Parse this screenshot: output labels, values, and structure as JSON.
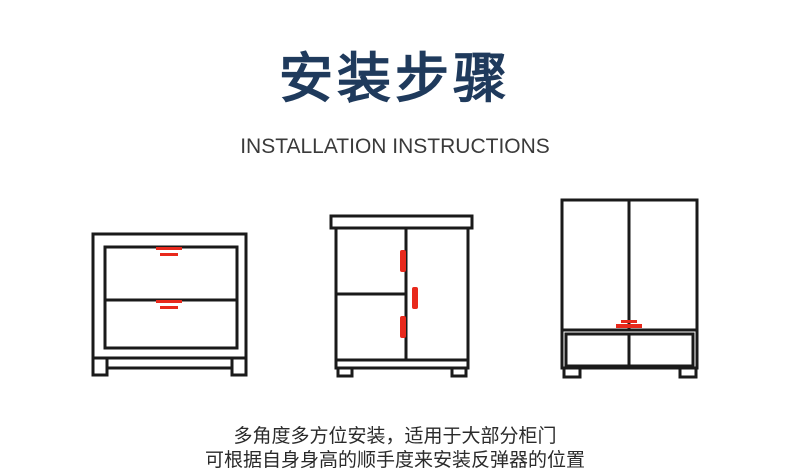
{
  "header": {
    "title": "安装步骤",
    "subtitle": "INSTALLATION INSTRUCTIONS"
  },
  "caption": {
    "line1": "多角度多方位安装，适用于大部分柜门",
    "line2": "可根据自身身高的顺手度来安装反弹器的位置"
  },
  "colors": {
    "title": "#1f3a5c",
    "outline": "#1a1a1a",
    "accent": "#e8291c"
  }
}
